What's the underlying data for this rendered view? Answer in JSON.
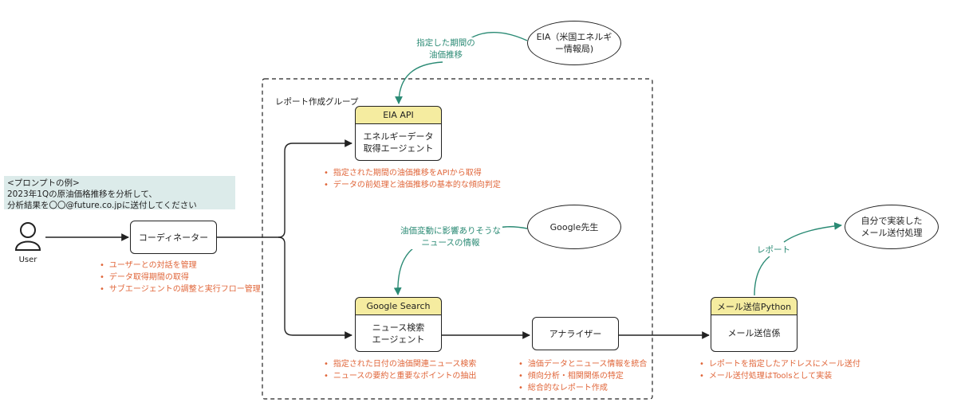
{
  "group": {
    "label": "レポート作成グループ"
  },
  "prompt": {
    "title": "<プロンプトの例>",
    "line1": "2023年1Qの原油価格推移を分析して、",
    "line2": "分析結果を〇〇@future.co.jpに送付してください"
  },
  "user": {
    "label": "User"
  },
  "coordinator": {
    "label": "コーディネーター",
    "bullets": [
      "ユーザーとの対話を管理",
      "データ取得期間の取得",
      "サブエージェントの調整と実行フロー管理"
    ]
  },
  "energy_agent": {
    "tag": "EIA API",
    "label": "エネルギーデータ\n取得エージェント",
    "bullets": [
      "指定された期間の油価推移をAPIから取得",
      "データの前処理と油価推移の基本的な傾向判定"
    ]
  },
  "eia": {
    "label": "EIA（米国エネルギ\nー情報局)"
  },
  "eia_flow_label": "指定した期間の\n油価推移",
  "news_agent": {
    "tag": "Google Search",
    "label": "ニュース検索\nエージェント",
    "bullets": [
      "指定された日付の油価関連ニュース検索",
      "ニュースの要約と重要なポイントの抽出"
    ]
  },
  "google": {
    "label": "Google先生"
  },
  "google_flow_label": "油価変動に影響ありそうな\nニュースの情報",
  "analyzer": {
    "label": "アナライザー",
    "bullets": [
      "油価データとニュース情報を統合",
      "傾向分析・相関関係の特定",
      "総合的なレポート作成"
    ]
  },
  "mailer": {
    "tag": "メール送信Python",
    "label": "メール送信係",
    "bullets": [
      "レポートを指定したアドレスにメール送付",
      "メール送付処理はToolsとして実装"
    ]
  },
  "self_mail": {
    "label": "自分で実装した\nメール送付処理"
  },
  "report_flow_label": "レポート",
  "colors": {
    "bullet": "#e0663a",
    "flow": "#2a8a74",
    "tag": "#f5eca0",
    "prompt_bg": "#dcebea"
  }
}
